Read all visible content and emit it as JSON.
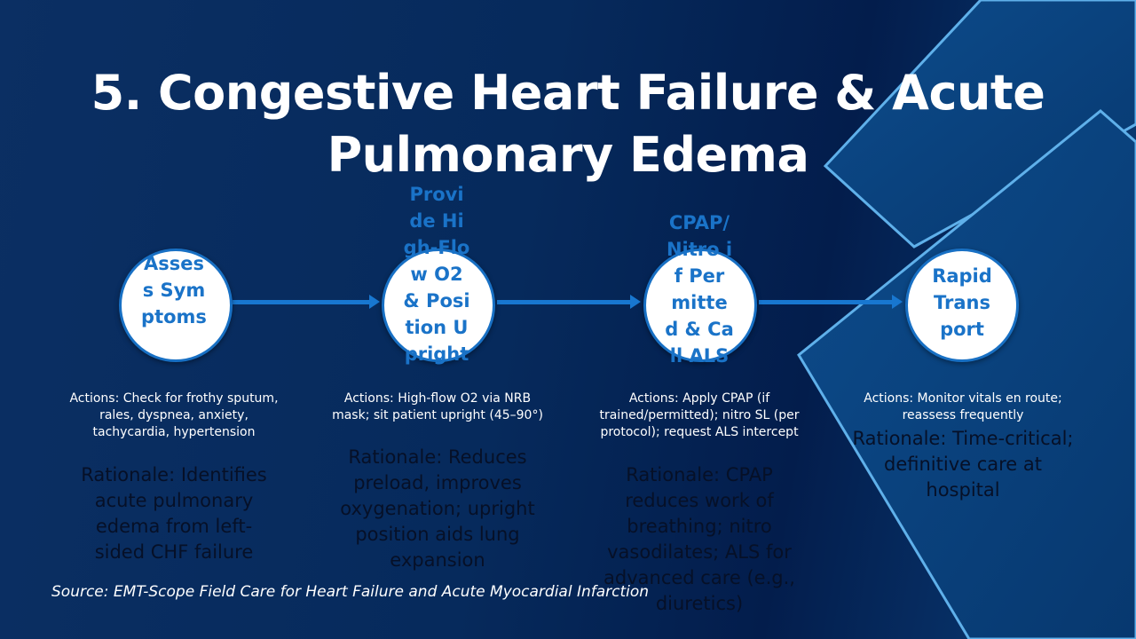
{
  "title": "5. Congestive Heart Failure & Acute Pulmonary Edema",
  "steps": [
    {
      "label": "Assess Symptoms",
      "actions": "Actions: Check for frothy sputum, rales, dyspnea, anxiety, tachycardia, hypertension",
      "rationale": "Rationale: Identifies acute pulmonary edema from left-sided CHF failure"
    },
    {
      "label": "Provide High-Flow O2 & Position Upright",
      "actions": "Actions: High-flow O2 via NRB mask; sit patient upright (45–90°)",
      "rationale": "Rationale: Reduces preload, improves oxygenation; upright position aids lung expansion"
    },
    {
      "label": "CPAP/Nitro if Permitted & Call ALS",
      "actions": "Actions: Apply CPAP (if trained/permitted); nitro SL (per protocol); request ALS intercept",
      "rationale": "Rationale: CPAP reduces work of breathing; nitro vasodilates; ALS for advanced care (e.g., diuretics)"
    },
    {
      "label": "Rapid Transport",
      "actions": "Actions: Monitor vitals en route; reassess frequently",
      "rationale": "Rationale: Time-critical; definitive care at hospital"
    }
  ],
  "source": "Source: EMT-Scope Field Care for Heart Failure and Acute Myocardial Infarction",
  "colors": {
    "accent": "#1a73c8",
    "background": "#062a5c"
  }
}
